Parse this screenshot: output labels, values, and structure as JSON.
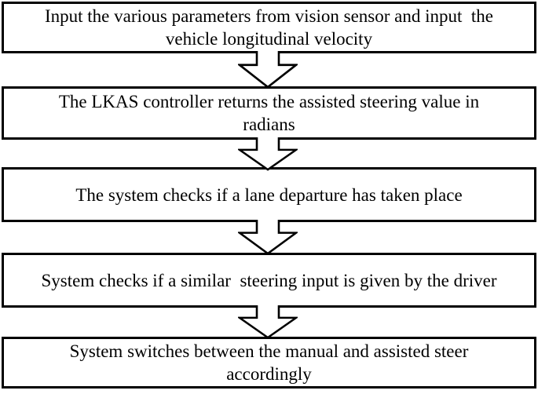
{
  "figure": {
    "type": "flowchart",
    "background_color": "#ffffff",
    "border_color": "#000000",
    "text_color": "#000000"
  },
  "boxes": [
    {
      "lines": [
        "Input the various parameters from vision sensor and input  the",
        "vehicle longitudinal velocity"
      ]
    },
    {
      "lines": [
        "The LKAS controller returns the assisted steering value in",
        "radians"
      ]
    },
    {
      "lines": [
        "The system checks if a lane departure has taken place"
      ]
    },
    {
      "lines": [
        "System checks if a similar  steering input is given by the driver"
      ]
    },
    {
      "lines": [
        "System switches between the manual and assisted steer",
        "accordingly"
      ]
    }
  ],
  "connectors": [
    {
      "icon": "down-arrow",
      "from": 1,
      "to": 2
    },
    {
      "icon": "down-arrow",
      "from": 2,
      "to": 3
    },
    {
      "icon": "down-arrow",
      "from": 3,
      "to": 4
    },
    {
      "icon": "down-arrow",
      "from": 4,
      "to": 5
    }
  ]
}
